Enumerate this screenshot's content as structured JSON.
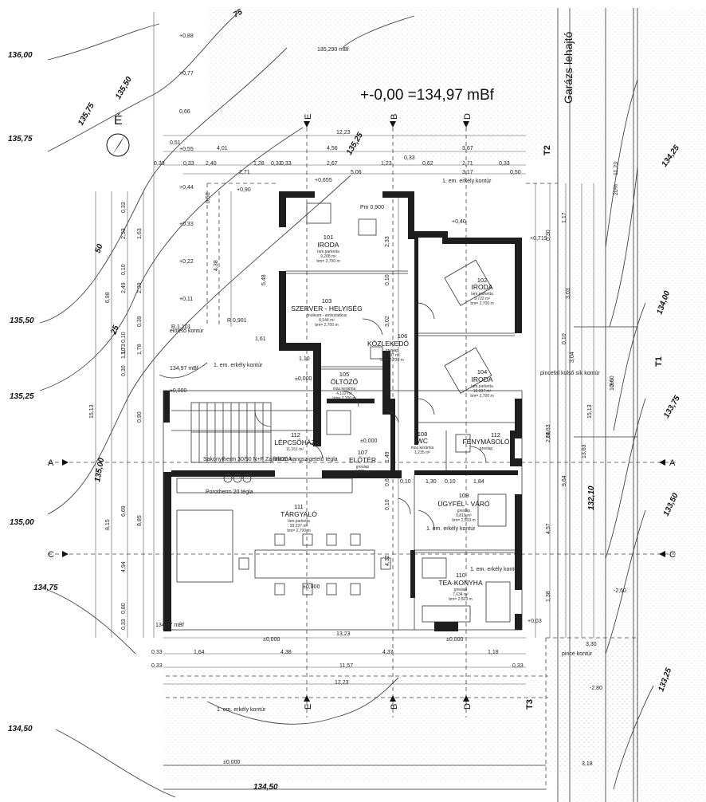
{
  "header": {
    "datum": "+-0,00 =134,97 mBf",
    "garage_ramp": "Garázs lehajtó",
    "north": "É"
  },
  "rooms": [
    {
      "num": "101",
      "name": "IRODA",
      "floor": "lam.parketta",
      "area": "9,208 m²",
      "height": "bm= 2,700 m"
    },
    {
      "num": "102",
      "name": "IRODA",
      "floor": "lam.parketta",
      "area": "9,722 m²",
      "height": "bm= 2,700 m"
    },
    {
      "num": "103",
      "name": "SZERVER - HELYISÉG",
      "floor": "linoleum - antisztatikus",
      "area": "8,144 m²",
      "height": "bm= 2,700 m"
    },
    {
      "num": "104",
      "name": "IRODA",
      "floor": "lam.parketta",
      "area": "10,007 m²",
      "height": "bm= 2,700 m"
    },
    {
      "num": "105",
      "name": "ÖLTÖZŐ",
      "floor": "máz.kerámia",
      "area": "4,122 m²",
      "height": "bm= 2,700 m"
    },
    {
      "num": "106",
      "name": "KÖZLEKEDŐ",
      "floor": "greslap",
      "area": "6,397 m²",
      "height": "bm= 2,700 m"
    },
    {
      "num": "107",
      "name": "ELŐTÉR",
      "floor": "greslap",
      "area": "8,725 m²",
      "height": "bm= 2,700 m"
    },
    {
      "num": "108",
      "name": "WC",
      "floor": "máz.kerámia",
      "area": "1,235 m²",
      "height": "bm= 2,700 m"
    },
    {
      "num": "109",
      "name": "ÜGYFÉL - VÁRÓ",
      "floor": "greslap",
      "area": "9,819 m²",
      "height": "bm= 2,503 m"
    },
    {
      "num": "110",
      "name": "TEA-KONYHA",
      "floor": "greslap",
      "area": "7,634 m²",
      "height": "bm= 2,503 m"
    },
    {
      "num": "111",
      "name": "TÁRGYALÓ",
      "floor": "lam.parketta",
      "area": "39,237 m²",
      "height": "bm= 2,700 m"
    },
    {
      "num": "112",
      "name": "LÉPCSŐHÁZ",
      "floor": "",
      "area": "11,151 m²",
      "height": ""
    },
    {
      "num": "112",
      "name": "FÉNYMÁSOLÓ",
      "floor": "greslap",
      "area": "",
      "height": ""
    }
  ],
  "contours": [
    "136,00",
    "135,75",
    "135,50",
    "135,25",
    "135,00",
    "134,75",
    "134,50",
    "134,50",
    "134,25",
    "134,00",
    "133,75",
    "133,50",
    "133,25",
    "135,75",
    "135,50",
    "135,25",
    "135,00",
    "75",
    "50",
    "25",
    "132,10"
  ],
  "elevations": {
    "e1": "+0,88",
    "e2": "+0,77",
    "e3": "0,66",
    "e4": "0,51",
    "e5": "+0,55",
    "e6": "+0,44",
    "e7": "+0,33",
    "e8": "+0,22",
    "e9": "+0,11",
    "e10": "+0,90",
    "e11": "+0,655",
    "e12": "+0,40",
    "e13": "+0,719",
    "e14": "±0,000",
    "e15": "±0,000",
    "e16": "±0,000",
    "e17": "±0,000",
    "e18": "±0,000",
    "e19": "+0,03",
    "e20": "-2,80",
    "e21": "-2,60",
    "e22": "±0,000",
    "e23": "±0,000",
    "e24": "134,97 mBf",
    "e25": "134,97 mBf",
    "e26": "135,290 mBf"
  },
  "dims_top": [
    "12,23",
    "4,01",
    "4,56",
    "3,67",
    "2,40",
    "1,28",
    "0,33",
    "2,67",
    "1,23",
    "0,33",
    "0,62",
    "2,71",
    "0,33",
    "2,71",
    "5,06",
    "3,17",
    "0,50",
    "0,33",
    "0,33",
    "0,33"
  ],
  "dims_bottom": [
    "13,23",
    "1,64",
    "4,38",
    "4,37",
    "1,18",
    "11,57",
    "12,23",
    "0,33",
    "0,33",
    "0,33",
    "3,30",
    "3,18"
  ],
  "dims_left": [
    "6,98",
    "2,33",
    "1,63",
    "2,49",
    "2,39",
    "1,78",
    "15,13",
    "8,15",
    "6,69",
    "4,94",
    "8,85",
    "1,10",
    "0,30",
    "0,10",
    "0,33",
    "0,80",
    "0,33",
    "1,73",
    "0,39",
    "0,90",
    "0,10"
  ],
  "dims_right": [
    "15,13",
    "13,63",
    "14,63",
    "11,23",
    "3,04",
    "3,60",
    "3,03",
    "2,65",
    "1,38",
    "9,64",
    "4,57",
    "1,17",
    "0,30",
    "0,10"
  ],
  "dims_inner": [
    "2,33",
    "0,10",
    "3,02",
    "2,38",
    "1,49",
    "0,60",
    "0,10",
    "4,32",
    "0,10",
    "1,30",
    "0,10",
    "1,84",
    "1,10",
    "1,61",
    "5,48",
    "4,38",
    "0,50"
  ],
  "axes": {
    "a": "A",
    "b": "B",
    "c": "C",
    "d": "D",
    "e": "E"
  },
  "sections": {
    "t1": "T1",
    "t2": "T2",
    "t3": "T3"
  },
  "notes": {
    "balcony1": "1. em. erkély kontúr",
    "balcony2": "1. em. erkély kontúr",
    "balcony3": "1. em. erkély kontúr",
    "balcony4": "1. em. erkély kontúr",
    "balcony5": "1. em. erkély kontúr",
    "canopy": "előtető kontúr",
    "cellar_wall": "pincefal külső sík kontúr",
    "cellar": "pince kontúr",
    "stair_wall": "Sakonytherm 30/50 N+F Zajfalazó hangszigetelő tégla",
    "stair_wall2": "Porotherm 20 tégla",
    "iroda": "IRODA",
    "radius1": "R 1,101",
    "radius2": "R 0,901",
    "slope1": "20%",
    "slope2": "10%",
    "pm": "Pm 0,900"
  }
}
